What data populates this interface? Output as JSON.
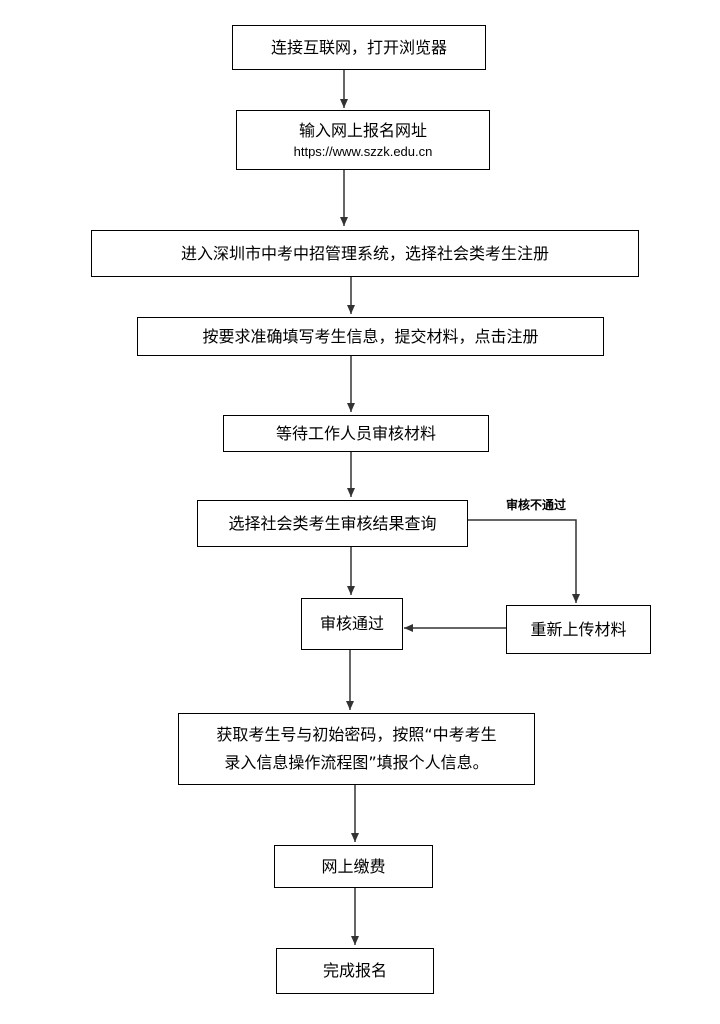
{
  "flowchart": {
    "steps": {
      "connect": "连接互联网，打开浏览器",
      "enter_url": "输入网上报名网址",
      "url": "https://www.szzk.edu.cn",
      "enter_system": "进入深圳市中考中招管理系统，选择社会类考生注册",
      "fill_info": "按要求准确填写考生信息，提交材料，点击注册",
      "wait_review": "等待工作人员审核材料",
      "query_result": "选择社会类考生审核结果查询",
      "passed": "审核通过",
      "reupload": "重新上传材料",
      "get_number_line1": "获取考生号与初始密码，按照“中考考生",
      "get_number_line2": "录入信息操作流程图”填报个人信息。",
      "pay_online": "网上缴费",
      "complete": "完成报名"
    },
    "edge_labels": {
      "not_passed": "审核不通过"
    },
    "colors": {
      "line": "#333333",
      "border": "#000000",
      "background": "#ffffff"
    }
  }
}
